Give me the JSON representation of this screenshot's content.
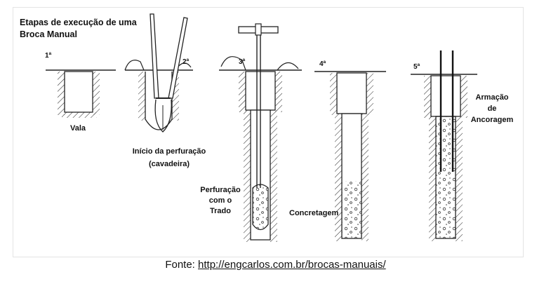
{
  "title": {
    "line1": "Etapas de execução de uma",
    "line2": "Broca Manual"
  },
  "steps": [
    {
      "number": "1ª",
      "label": "Vala"
    },
    {
      "number": "2ª",
      "label_line1": "Início da perfuração",
      "label_line2": "(cavadeira)"
    },
    {
      "number": "3ª",
      "label_line1": "Perfuração",
      "label_line2": "com o",
      "label_line3": "Trado"
    },
    {
      "number": "4ª",
      "label": "Concretagem"
    },
    {
      "number": "5ª",
      "label_line1": "Armação",
      "label_line2": "de",
      "label_line3": "Ancoragem"
    }
  ],
  "source": {
    "prefix": "Fonte: ",
    "link": "http://engcarlos.com.br/brocas-manuais/"
  },
  "colors": {
    "ink": "#111111",
    "border": "#e4e4e4"
  }
}
